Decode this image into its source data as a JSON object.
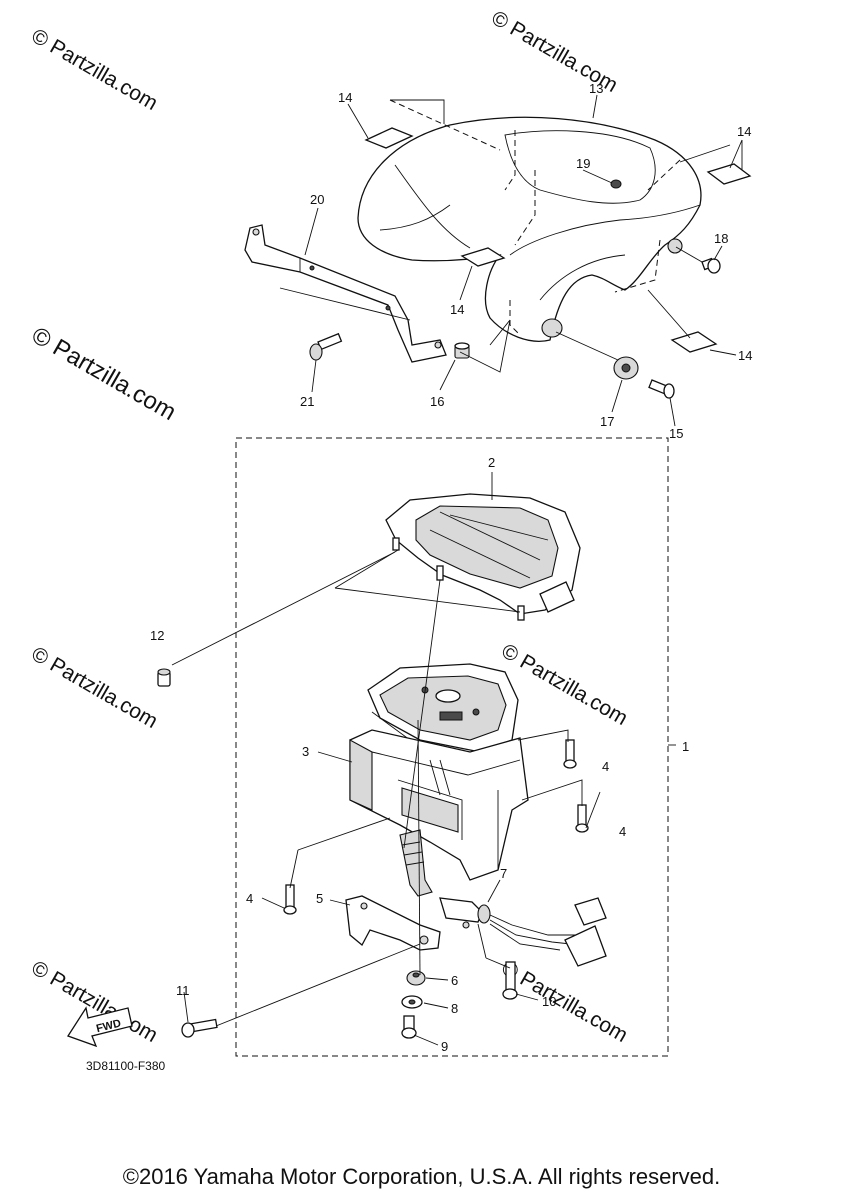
{
  "watermarks": {
    "small": "© Partzilla.com",
    "large": "© Partzilla.com"
  },
  "callouts": {
    "c1": "1",
    "c2": "2",
    "c3": "3",
    "c4a": "4",
    "c4b": "4",
    "c4c": "4",
    "c5": "5",
    "c6": "6",
    "c7": "7",
    "c8": "8",
    "c9": "9",
    "c10": "10",
    "c11": "11",
    "c12": "12",
    "c13": "13",
    "c14a": "14",
    "c14b": "14",
    "c14c": "14",
    "c14d": "14",
    "c15": "15",
    "c16": "16",
    "c17": "17",
    "c18": "18",
    "c19": "19",
    "c20": "20",
    "c21": "21"
  },
  "fwd_label": "FWD",
  "diagram_code": "3D81100-F380",
  "copyright": "©2016 Yamaha Motor Corporation, U.S.A. All rights reserved."
}
